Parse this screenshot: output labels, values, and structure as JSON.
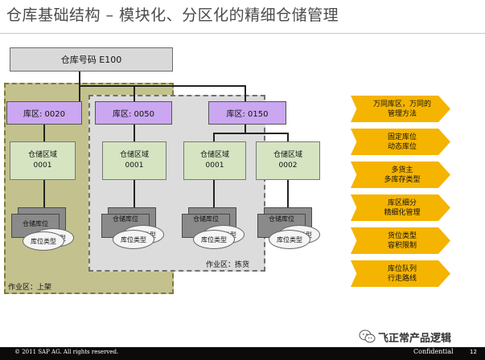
{
  "title": "仓库基础结构 – 模块化、分区化的精细仓储管理",
  "warehouse": {
    "label": "仓库号码 E100"
  },
  "zones": {
    "pick_label": "作业区：上架",
    "put_label": "作业区：拣货"
  },
  "storage_types": [
    {
      "label": "库区: 0020",
      "area_title": "仓储区域",
      "area_code": "0001"
    },
    {
      "label": "库区: 0050",
      "area_title": "仓储区域",
      "area_code": "0001"
    },
    {
      "label": "库区: 0150",
      "area_title": "仓储区域",
      "area_code": "0001"
    },
    {
      "label": "",
      "area_title": "仓储区域",
      "area_code": "0002"
    }
  ],
  "bin": {
    "bin_label": "仓储库位",
    "type_label": "库位类型"
  },
  "features": [
    {
      "line1": "万同库区，万同的",
      "line2": "管理方法"
    },
    {
      "line1": "固定库位",
      "line2": "动态库位"
    },
    {
      "line1": "多货主",
      "line2": "多库存类型"
    },
    {
      "line1": "库区细分",
      "line2": "精细化管理"
    },
    {
      "line1": "货位类型",
      "line2": "容积限制"
    },
    {
      "line1": "库位队列",
      "line2": "行走路线"
    }
  ],
  "footer": {
    "copyright": "© 2011 SAP AG. All rights reserved.",
    "confidential": "Confidential",
    "page": "12"
  },
  "watermark": {
    "text": "飞正常产品逻辑",
    "icon": "wechat-icon"
  },
  "colors": {
    "storage_type": "#caa7f0",
    "storage_area": "#d6e4c2",
    "pick_zone": "#c3c28e",
    "put_zone": "#dcdcdc",
    "feature": "#f5b400"
  }
}
